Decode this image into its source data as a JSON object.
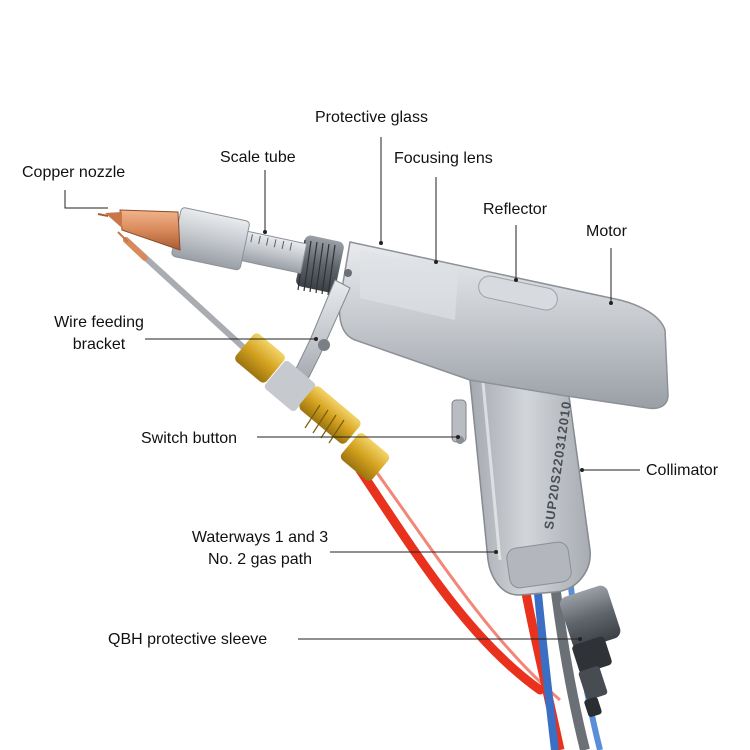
{
  "labels": {
    "copper_nozzle": "Copper nozzle",
    "scale_tube": "Scale tube",
    "protective_glass": "Protective glass",
    "focusing_lens": "Focusing lens",
    "reflector": "Reflector",
    "motor": "Motor",
    "wire_feeding_line1": "Wire feeding",
    "wire_feeding_line2": "bracket",
    "switch_button": "Switch button",
    "collimator": "Collimator",
    "waterways_line1": "Waterways 1 and 3",
    "waterways_line2": "No. 2 gas path",
    "qbh_sleeve": "QBH protective sleeve"
  },
  "handle_engraving": "SUP20S220312010",
  "colors": {
    "body_silver": "#c9ccd0",
    "copper": "#d98a5c",
    "brass": "#d4a21f",
    "red_hose": "#e8321e",
    "blue_hose": "#3a6fc4",
    "leader_line": "#222222"
  }
}
